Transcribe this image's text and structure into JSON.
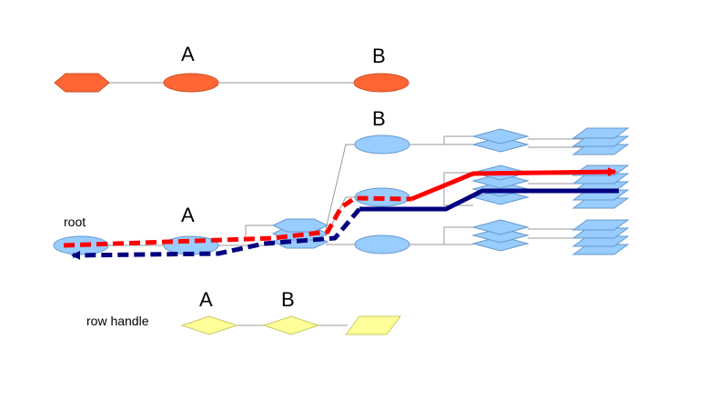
{
  "row1": {
    "label_a": "A",
    "label_b": "B"
  },
  "row2": {
    "label_root": "root",
    "label_a": "A",
    "label_b": "B"
  },
  "row3": {
    "label_row_handle": "row handle",
    "label_a": "A",
    "label_b": "B"
  },
  "colors": {
    "orange": "#FF6633",
    "blue": "#99CCFF",
    "yellow": "#FFFF99",
    "red_path": "#FF0000",
    "navy_path": "#000080",
    "connector": "#999999"
  }
}
